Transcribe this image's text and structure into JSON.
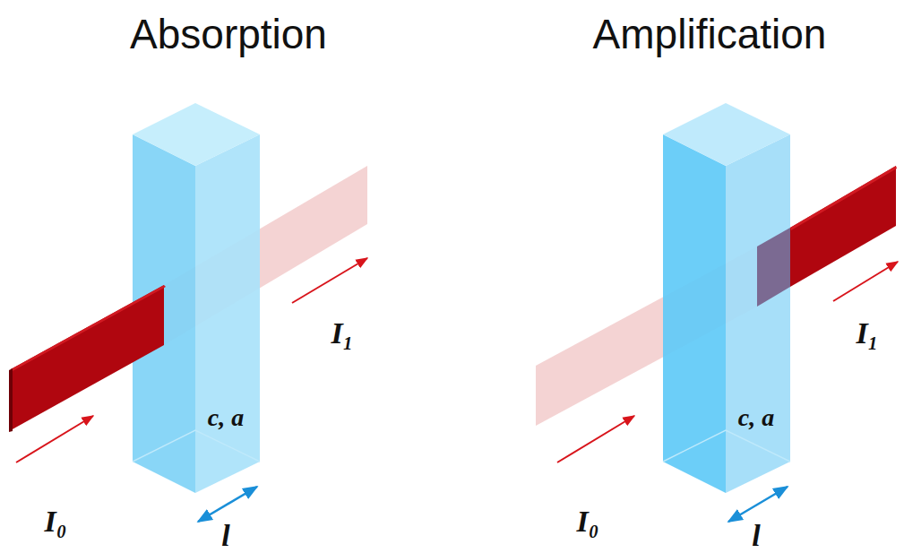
{
  "diagram": {
    "labels": [
      "Absorption",
      "Amplification",
      "I₀",
      "I₁",
      "c, a",
      "l",
      "I₀",
      "I₁",
      "c, a",
      "l"
    ]
  }
}
